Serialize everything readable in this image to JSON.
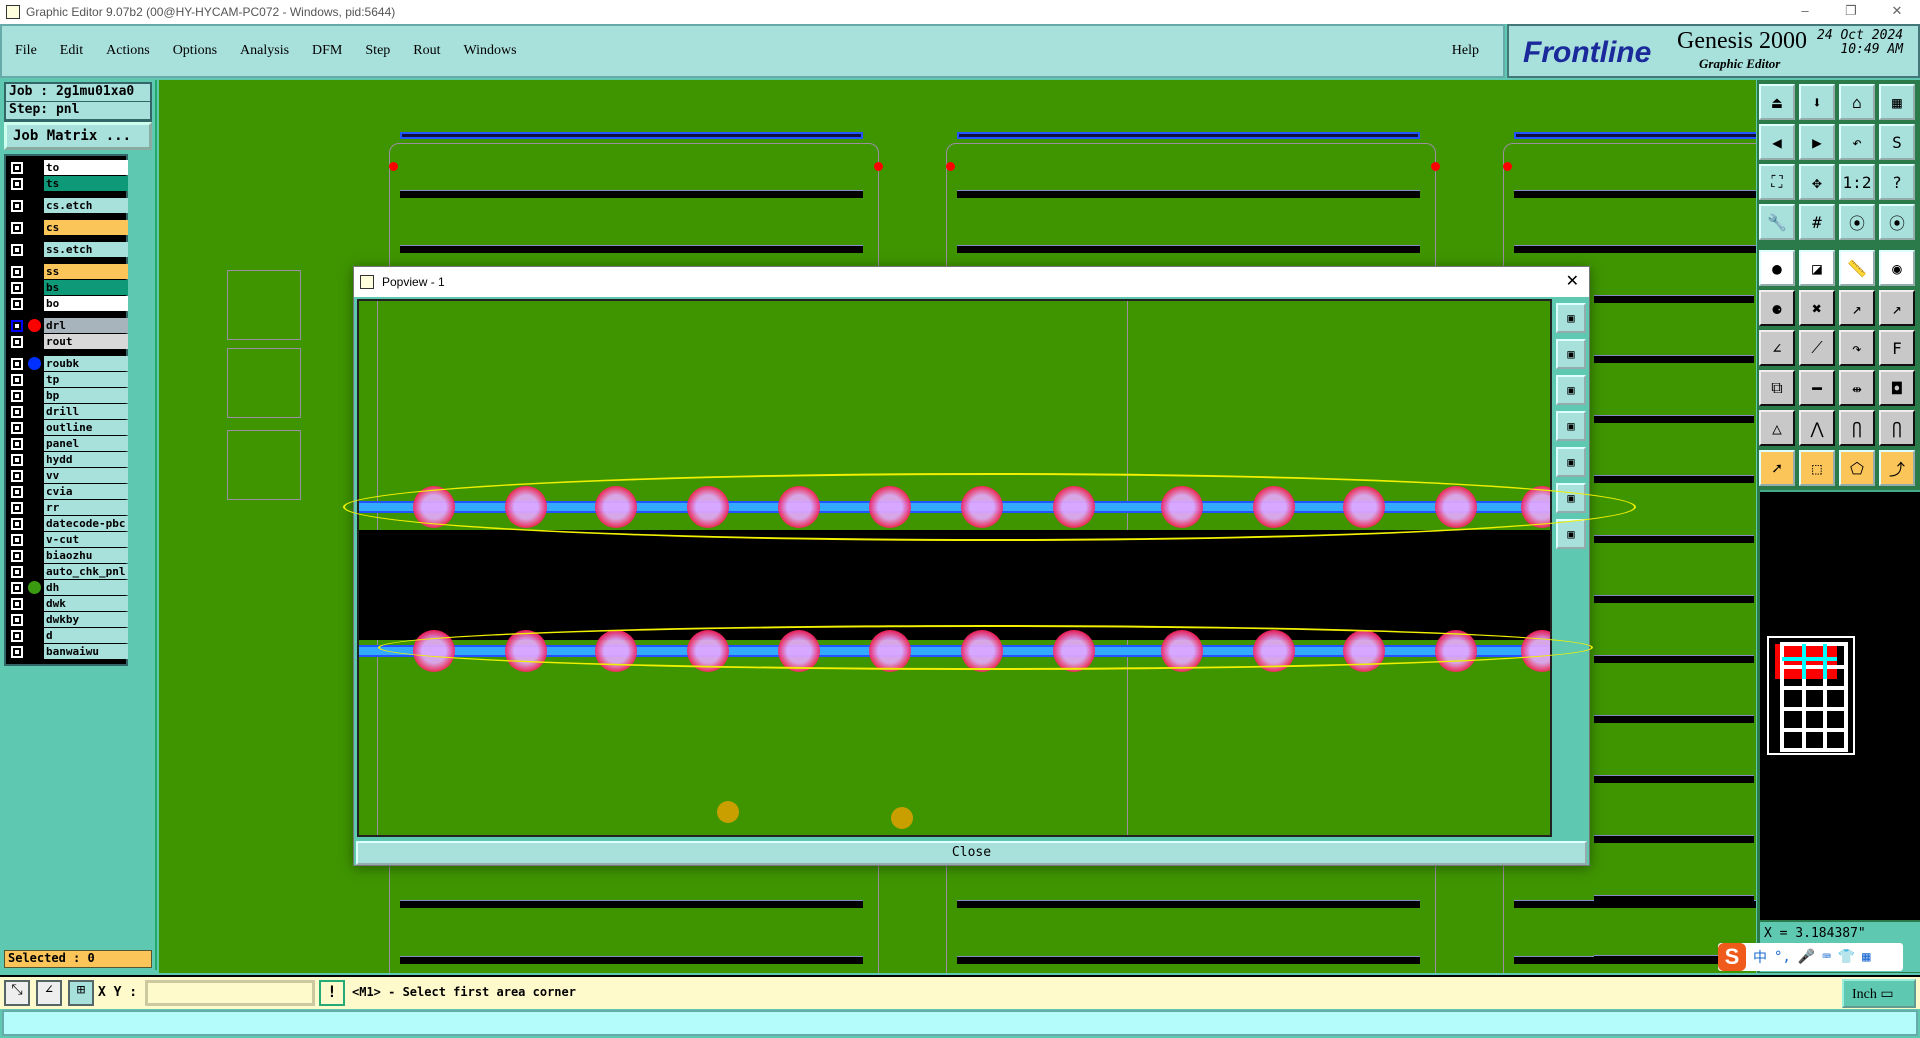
{
  "window": {
    "title": "Graphic Editor 9.07b2 (00@HY-HYCAM-PC072 - Windows, pid:5644)",
    "controls": [
      "–",
      "❐",
      "✕"
    ]
  },
  "menu": {
    "items": [
      "File",
      "Edit",
      "Actions",
      "Options",
      "Analysis",
      "DFM",
      "Step",
      "Rout",
      "Windows"
    ],
    "help": "Help"
  },
  "brand": {
    "logo": "Frontline",
    "product": "Genesis 2000",
    "subtitle": "Graphic Editor",
    "date": "24 Oct 2024",
    "time": "10:49 AM"
  },
  "job": {
    "job": "Job : 2g1mu01xa0",
    "step": "Step: pnl",
    "matrix_button": "Job Matrix ..."
  },
  "layers": [
    {
      "name": "to",
      "bg": "#ffffff"
    },
    {
      "name": "ts",
      "bg": "#0e9a78"
    },
    {
      "name": "cs.etch",
      "bg": "#a8e0dc"
    },
    {
      "name": "cs",
      "bg": "#fcc55a"
    },
    {
      "name": "ss.etch",
      "bg": "#a8e0dc"
    },
    {
      "name": "ss",
      "bg": "#fcc55a"
    },
    {
      "name": "bs",
      "bg": "#0e9a78"
    },
    {
      "name": "bo",
      "bg": "#ffffff"
    },
    {
      "name": "drl",
      "bg": "#a8b4bc",
      "dot": "#ff0000",
      "active": true
    },
    {
      "name": "rout",
      "bg": "#d8d8d8"
    },
    {
      "name": "roubk",
      "bg": "#a8e0dc",
      "dot": "#0030ff"
    },
    {
      "name": "tp",
      "bg": "#a8e0dc"
    },
    {
      "name": "bp",
      "bg": "#a8e0dc"
    },
    {
      "name": "drill",
      "bg": "#a8e0dc"
    },
    {
      "name": "outline",
      "bg": "#a8e0dc"
    },
    {
      "name": "panel",
      "bg": "#a8e0dc"
    },
    {
      "name": "hydd",
      "bg": "#a8e0dc"
    },
    {
      "name": "vv",
      "bg": "#a8e0dc"
    },
    {
      "name": "cvia",
      "bg": "#a8e0dc"
    },
    {
      "name": "rr",
      "bg": "#a8e0dc"
    },
    {
      "name": "datecode-pbc",
      "bg": "#a8e0dc"
    },
    {
      "name": "v-cut",
      "bg": "#a8e0dc"
    },
    {
      "name": "biaozhu",
      "bg": "#a8e0dc"
    },
    {
      "name": "auto_chk_pnl",
      "bg": "#a8e0dc"
    },
    {
      "name": "dh",
      "bg": "#a8e0dc",
      "dot": "#3a9a10"
    },
    {
      "name": "dwk",
      "bg": "#a8e0dc"
    },
    {
      "name": "dwkby",
      "bg": "#a8e0dc"
    },
    {
      "name": "d",
      "bg": "#a8e0dc"
    },
    {
      "name": "banwaiwu",
      "bg": "#a8e0dc"
    }
  ],
  "selected": "Selected : 0",
  "popview": {
    "title": "Popview - 1",
    "close": "Close",
    "pad_count": 13
  },
  "command": {
    "xy_label": "X Y :",
    "xy_value": "",
    "prompt": "<M1> - Select first area corner",
    "unit": "Inch"
  },
  "readout": "X = 3.184387\"",
  "ime": {
    "logo": "S",
    "mode": "中",
    "punct": "°,"
  }
}
